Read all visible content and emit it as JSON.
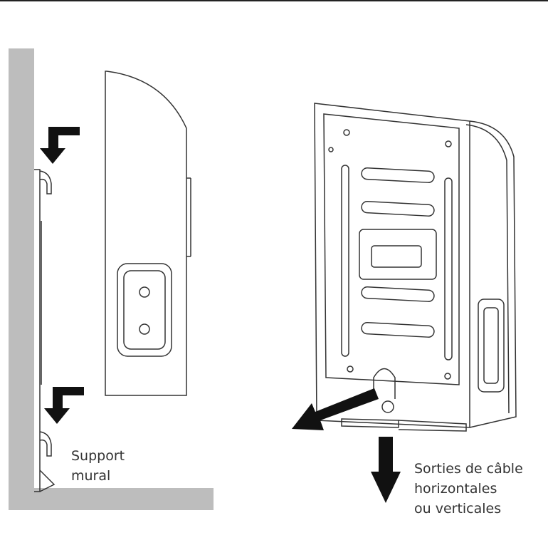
{
  "labels": {
    "wall_bracket": [
      "Support",
      "mural"
    ],
    "cable_exits": [
      "Sorties de câble",
      "horizontales",
      "ou verticales"
    ]
  },
  "colors": {
    "wall": "#bdbdbd",
    "line": "#222222",
    "arrow": "#111111"
  }
}
